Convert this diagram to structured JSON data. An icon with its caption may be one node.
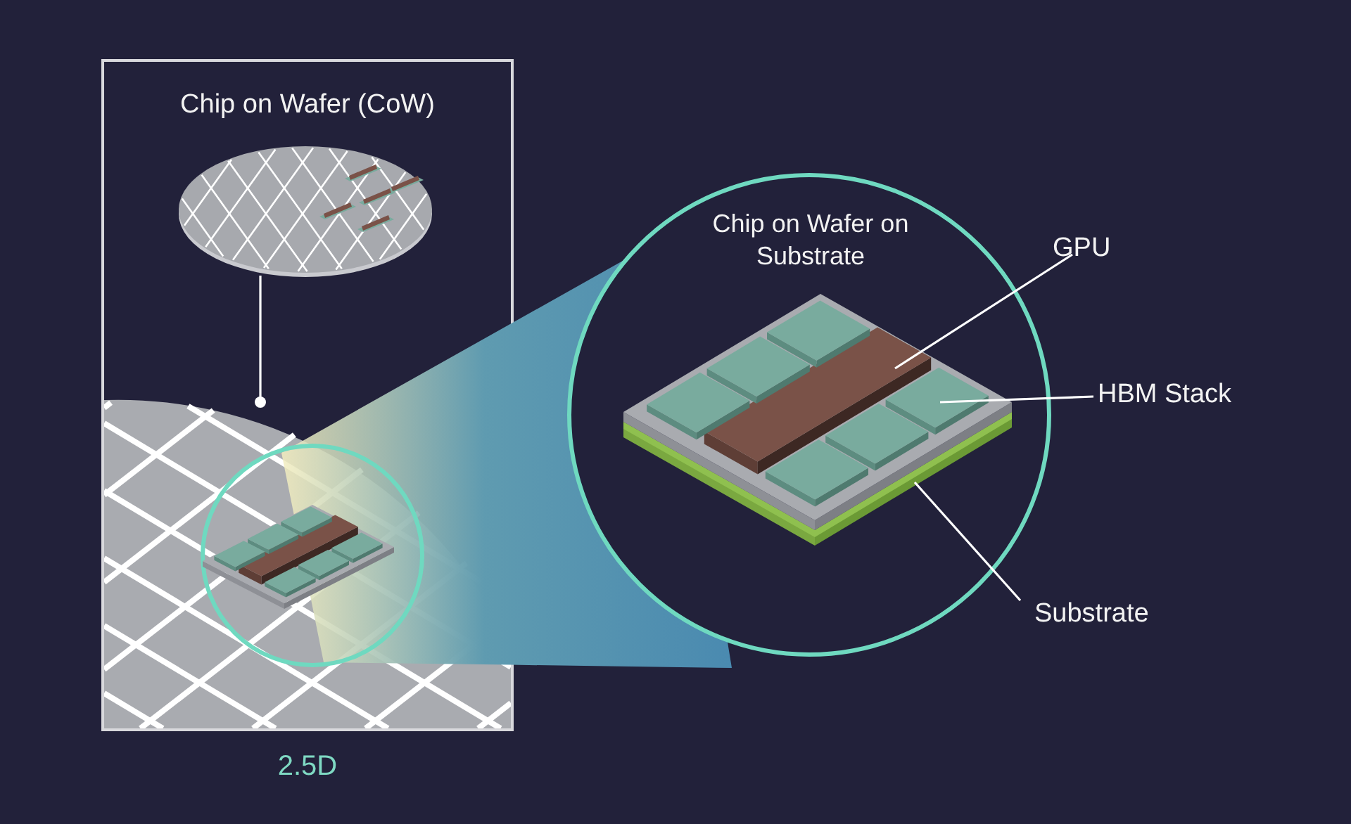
{
  "diagram": {
    "nodes": [
      {
        "text": [
          "Chip on Wafer (CoW)"
        ]
      },
      {
        "text": [],
        "shape": "picture",
        "in": 0
      },
      {
        "text": [],
        "shape": "picture",
        "in": 0
      },
      {
        "text": [],
        "shape": "circle",
        "in": 2
      },
      {
        "text": [
          "Chip on Wafer on Substrate"
        ]
      },
      {
        "text": [
          "GPU"
        ]
      },
      {
        "text": [
          "HBM Stack"
        ]
      },
      {
        "text": [
          "Substrate"
        ]
      },
      {
        "text": [],
        "shape": "picture",
        "in": 4
      },
      {
        "text": [],
        "shape": "picture",
        "in": 4
      },
      {
        "text": [],
        "shape": "picture",
        "in": 4
      }
    ],
    "edges": [
      {
        "from": 1,
        "to": 2,
        "arrow": "other"
      },
      {
        "from": 5,
        "to": 8,
        "arrow": "none"
      },
      {
        "from": 6,
        "to": 9,
        "arrow": "none"
      },
      {
        "from": 7,
        "to": 10,
        "arrow": "none"
      }
    ],
    "labels": [
      "2.5D"
    ]
  }
}
